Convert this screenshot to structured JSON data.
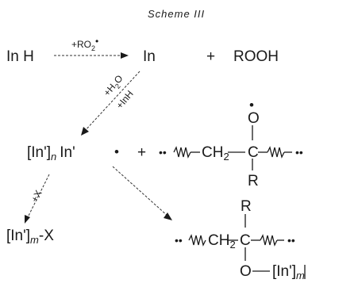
{
  "title": "Scheme III",
  "reactant": "In H",
  "reagent1": "+RO",
  "reagent1_sub": "2",
  "reagent1_dot": "•",
  "product_in": "In",
  "plus": "+",
  "product_rooh": "ROOH",
  "reagent2a": "+H",
  "reagent2a_sub": "2",
  "reagent2a_tail": "O",
  "reagent2b": "+InH",
  "oligomer_bracket": "[In']",
  "oligomer_n": "n",
  "oligomer_tail": "In'",
  "radical_dot": "•",
  "polymer_dots_left": "••",
  "polymer_dots_right": "••",
  "polymer_ch2": "CH",
  "polymer_ch2_sub": "2",
  "polymer_c": "C",
  "polymer_o": "O",
  "polymer_o_dot": "•",
  "polymer_r": "R",
  "reagent3": "+X",
  "product_x_bracket": "[In']",
  "product_x_m": "m",
  "product_x_tail": "-X",
  "product2_r": "R",
  "product2_ch2": "CH",
  "product2_ch2_sub": "2",
  "product2_c": "C",
  "product2_o": "O",
  "product2_in": "[In']",
  "product2_m": "m",
  "product2_dots_left": "••",
  "product2_dots_right": "••"
}
